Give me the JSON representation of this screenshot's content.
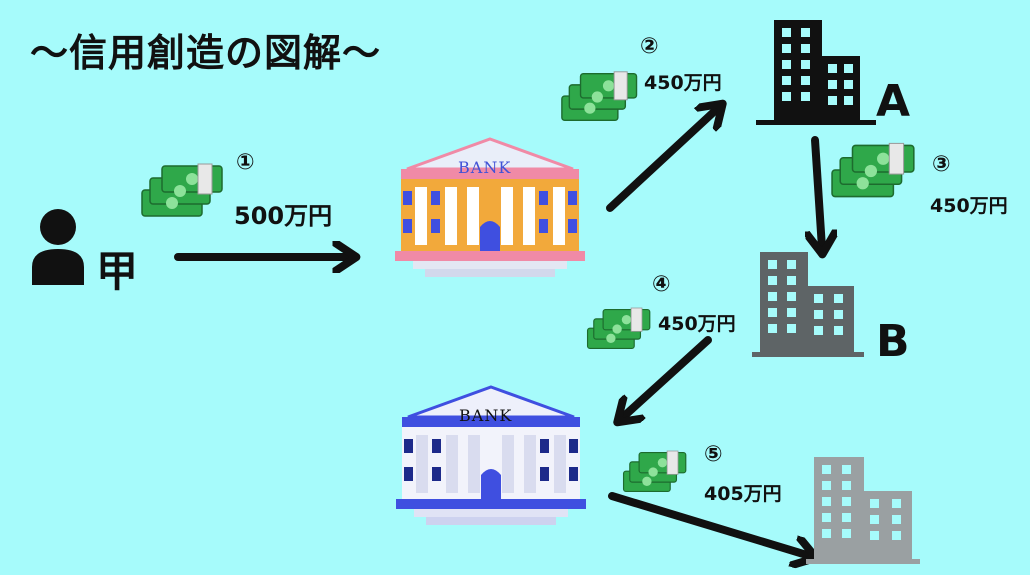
{
  "title": "～信用創造の図解～",
  "person": {
    "label": "甲"
  },
  "companies": {
    "a_label": "A",
    "b_label": "B"
  },
  "steps": [
    {
      "num": "①",
      "amount": "500万円"
    },
    {
      "num": "②",
      "amount": "450万円"
    },
    {
      "num": "③",
      "amount": "450万円"
    },
    {
      "num": "④",
      "amount": "450万円"
    },
    {
      "num": "⑤",
      "amount": "405万円"
    }
  ],
  "banks": [
    {
      "sign": "BANK",
      "color": "#f2a93b"
    },
    {
      "sign": "BANK",
      "color": "#3f4fe0"
    }
  ],
  "colors": {
    "background": "#a6fbfb",
    "money": "#2fa84a",
    "company_a": "#111111",
    "company_b": "#5e6466",
    "company_c": "#9aa0a2"
  }
}
